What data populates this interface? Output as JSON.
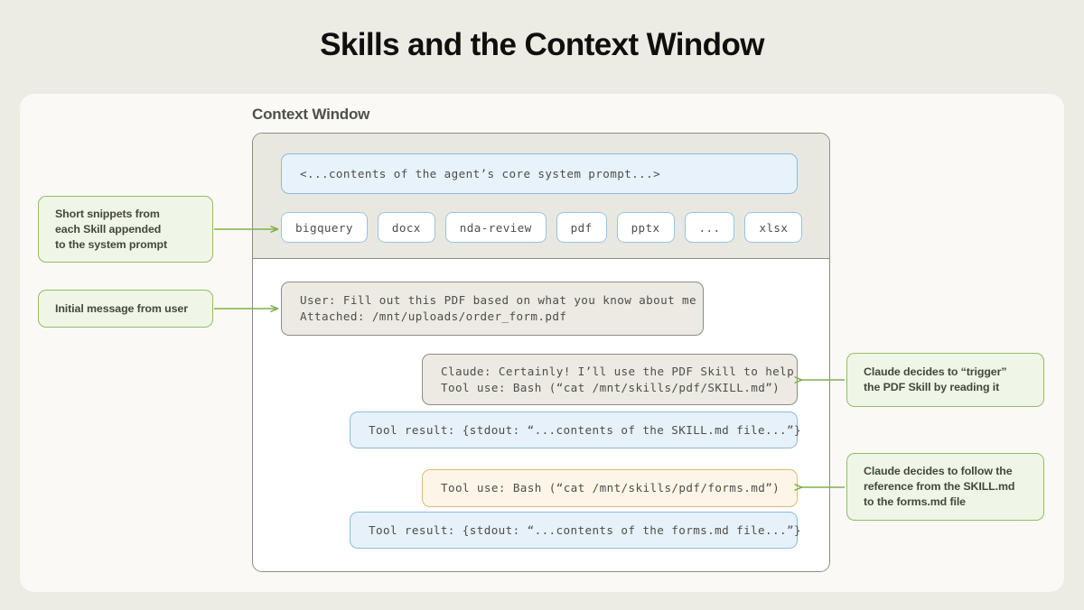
{
  "title": "Skills and the Context Window",
  "context_window": {
    "label": "Context Window",
    "system_prompt": "<...contents of the agent’s core system prompt...>",
    "skills": [
      {
        "name": "bigquery"
      },
      {
        "name": "docx"
      },
      {
        "name": "nda-review"
      },
      {
        "name": "pdf"
      },
      {
        "name": "pptx"
      },
      {
        "name": "..."
      },
      {
        "name": "xlsx"
      }
    ],
    "messages": [
      {
        "id": "user-message",
        "kind": "user",
        "line1": "User: Fill out this PDF based on what you know about me",
        "line2": "Attached: /mnt/uploads/order_form.pdf"
      },
      {
        "id": "claude-message",
        "kind": "assistant",
        "line1": "Claude: Certainly! I’ll use the PDF Skill to help",
        "line2": "Tool use: Bash (“cat /mnt/skills/pdf/SKILL.md”)"
      },
      {
        "id": "tool-result-skill-md",
        "kind": "tool-result",
        "line1": "Tool result: {stdout: “...contents of the SKILL.md file...”}",
        "line2": ""
      },
      {
        "id": "tool-use-forms-md",
        "kind": "tool-use",
        "line1": "Tool use: Bash (“cat /mnt/skills/pdf/forms.md”)",
        "line2": ""
      },
      {
        "id": "tool-result-forms-md",
        "kind": "tool-result",
        "line1": "Tool result: {stdout: “...contents of the forms.md file...”}",
        "line2": ""
      }
    ]
  },
  "annotations": [
    {
      "id": "annotation-skill-snippets",
      "line1": "Short snippets from",
      "line2": "each Skill appended",
      "line3": "to the system prompt"
    },
    {
      "id": "annotation-initial-message",
      "line1": "Initial message from user",
      "line2": "",
      "line3": ""
    },
    {
      "id": "annotation-trigger-skill",
      "line1": "Claude decides to “trigger”",
      "line2": "the PDF Skill by reading it",
      "line3": ""
    },
    {
      "id": "annotation-follow-reference",
      "line1": "Claude decides to follow the",
      "line2": "reference from the SKILL.md",
      "line3": "to the forms.md file"
    }
  ],
  "colors": {
    "page_background": "#ecece4",
    "card_background": "#faf9f5",
    "panel_border": "#8d8d85",
    "system_block_background": "#e9e8e0",
    "blue_fill": "#e7f2fb",
    "blue_border": "#8cbbdd",
    "neutral_fill": "#eceae2",
    "amber_fill": "#fdf6e8",
    "amber_border": "#e0b974",
    "green_fill": "#eff6e8",
    "green_border": "#8fbf63",
    "title_text": "#100f0d"
  }
}
